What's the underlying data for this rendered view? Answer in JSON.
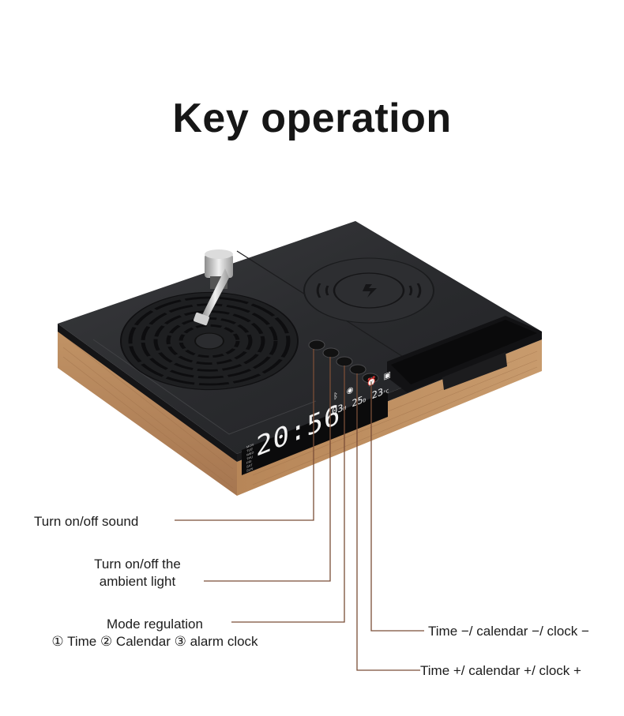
{
  "title": "Key operation",
  "display": {
    "time": "20:56",
    "date_month": "03",
    "date_month_unit": "M",
    "date_day": "25",
    "date_day_unit": "D",
    "temperature": "23",
    "temperature_unit": "°C",
    "mode_labels": [
      "MON",
      "TUE",
      "WED",
      "THU",
      "FRI",
      "SAT",
      "SUN"
    ]
  },
  "status_icons": [
    "bluetooth-icon",
    "wireless-signal-icon",
    "alarm-icon",
    "card-icon"
  ],
  "callouts": {
    "sound": "Turn on/off sound",
    "ambient_line1": "Turn on/off the",
    "ambient_line2": "ambient light",
    "mode_line1": "Mode regulation",
    "mode_line2": "① Time ② Calendar ③ alarm clock",
    "time_minus": "Time −/ calendar −/ clock −",
    "time_plus": "Time +/ calendar +/ clock +"
  },
  "colors": {
    "device_top": "#2a2b2d",
    "wood": "#b4835a",
    "leader_line": "#7a4e37",
    "led": "#f2f2f2"
  }
}
